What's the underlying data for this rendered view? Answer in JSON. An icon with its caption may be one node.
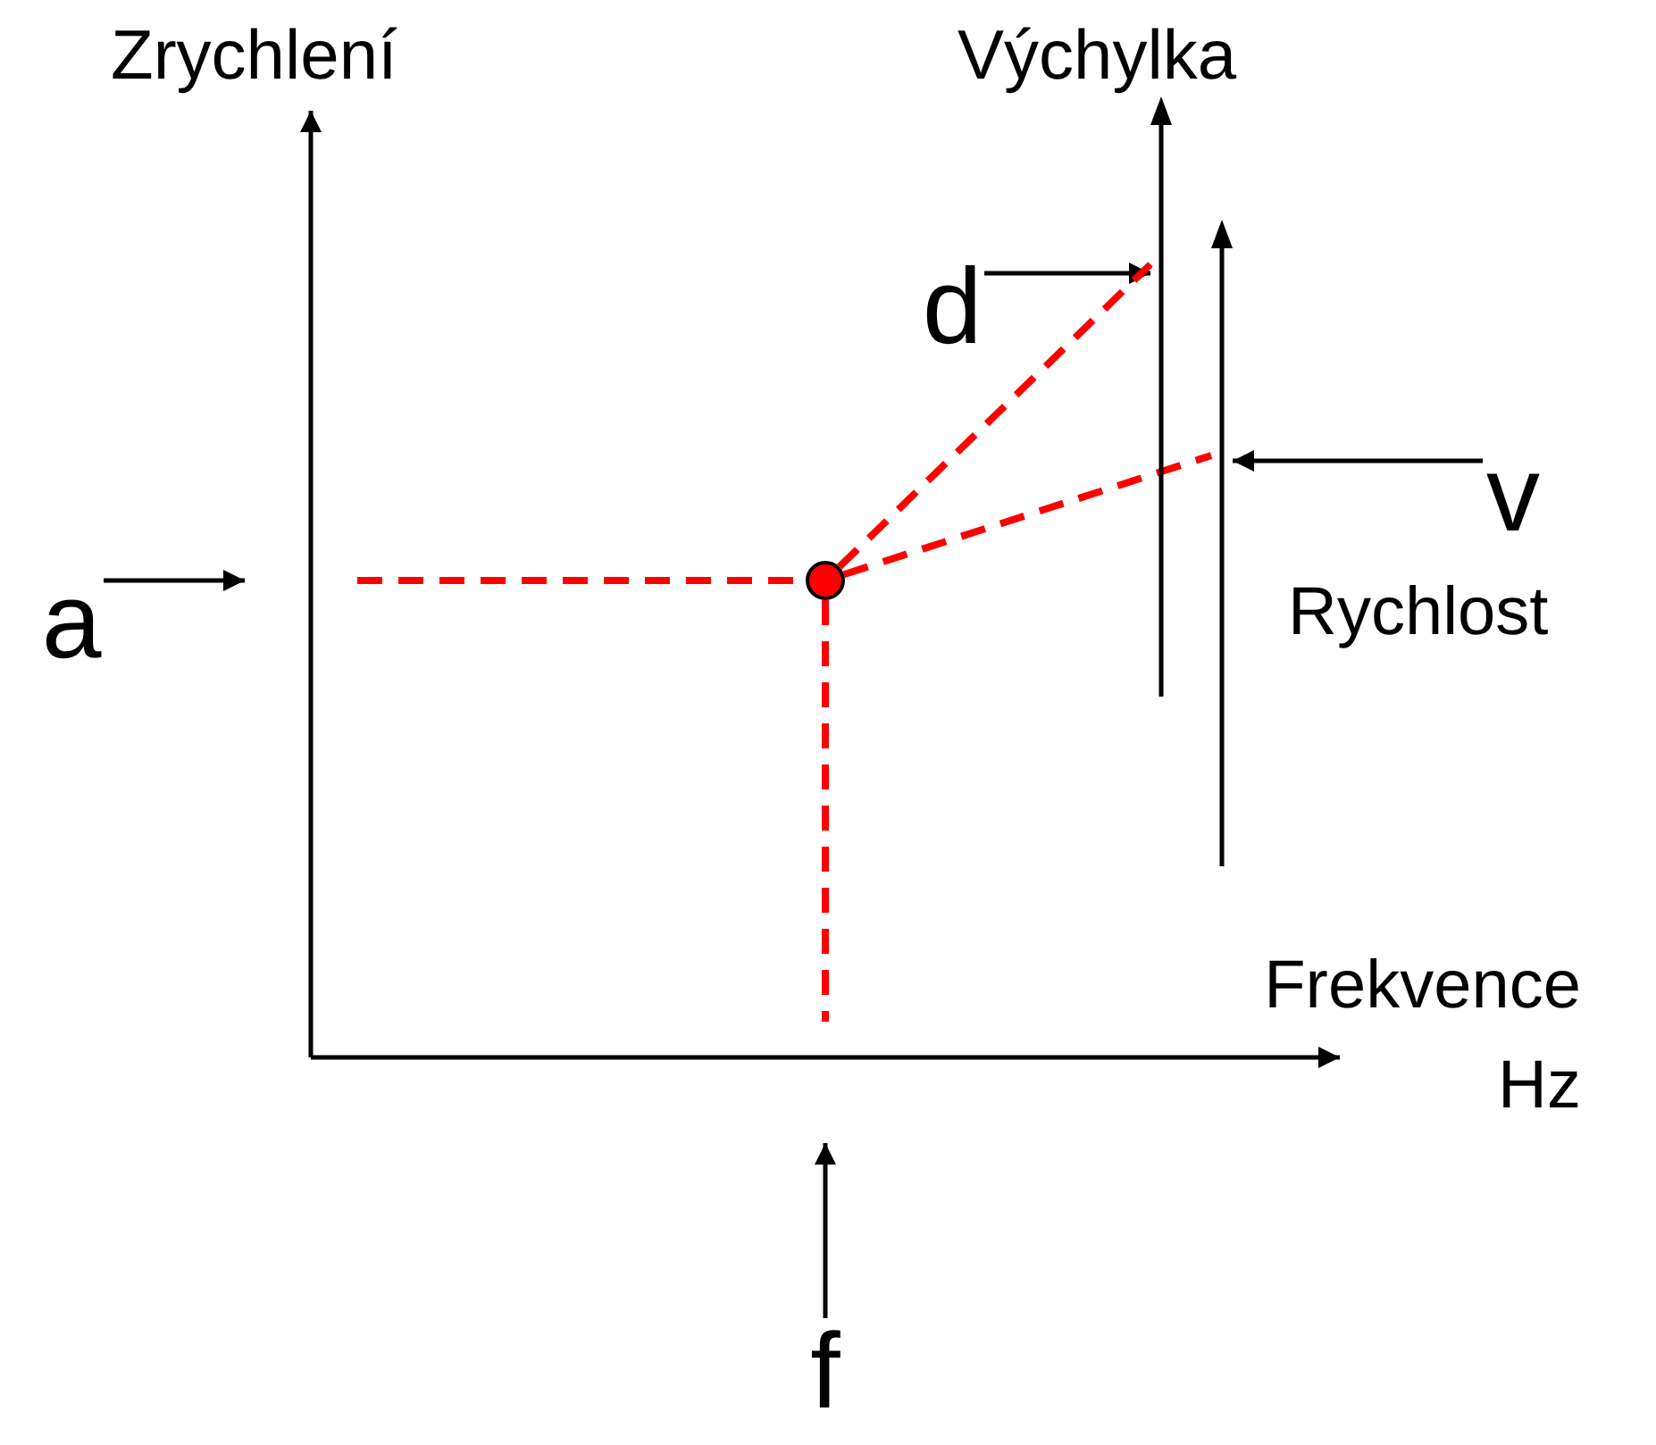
{
  "diagram": {
    "nodes": [
      {
        "text": [],
        "shape": "circle"
      },
      {
        "text": [
          "a"
        ]
      },
      {
        "text": [
          "d"
        ]
      },
      {
        "text": [
          "v"
        ]
      },
      {
        "text": [
          "f"
        ]
      },
      {
        "text": [],
        "shape": "line"
      },
      {
        "text": [],
        "shape": "line"
      }
    ],
    "edges": [
      {
        "from": 1,
        "to": null,
        "arrow": "to"
      },
      {
        "from": 2,
        "to": 5,
        "arrow": "to"
      },
      {
        "from": 3,
        "to": 6,
        "arrow": "to"
      },
      {
        "from": 4,
        "to": null,
        "arrow": "to"
      },
      {
        "from": null,
        "to": 0,
        "arrow": "none",
        "style": "dashed",
        "color": "#ff0000"
      },
      {
        "from": 0,
        "to": null,
        "arrow": "none",
        "style": "dashed",
        "color": "#ff0000"
      },
      {
        "from": 0,
        "to": 5,
        "arrow": "none",
        "style": "dashed",
        "color": "#ff0000"
      },
      {
        "from": 0,
        "to": 6,
        "arrow": "none",
        "style": "dashed",
        "color": "#ff0000"
      }
    ],
    "labels": [
      "Zrychlení",
      "Výchylka",
      "Rychlost",
      "Frekvence Hz"
    ]
  }
}
